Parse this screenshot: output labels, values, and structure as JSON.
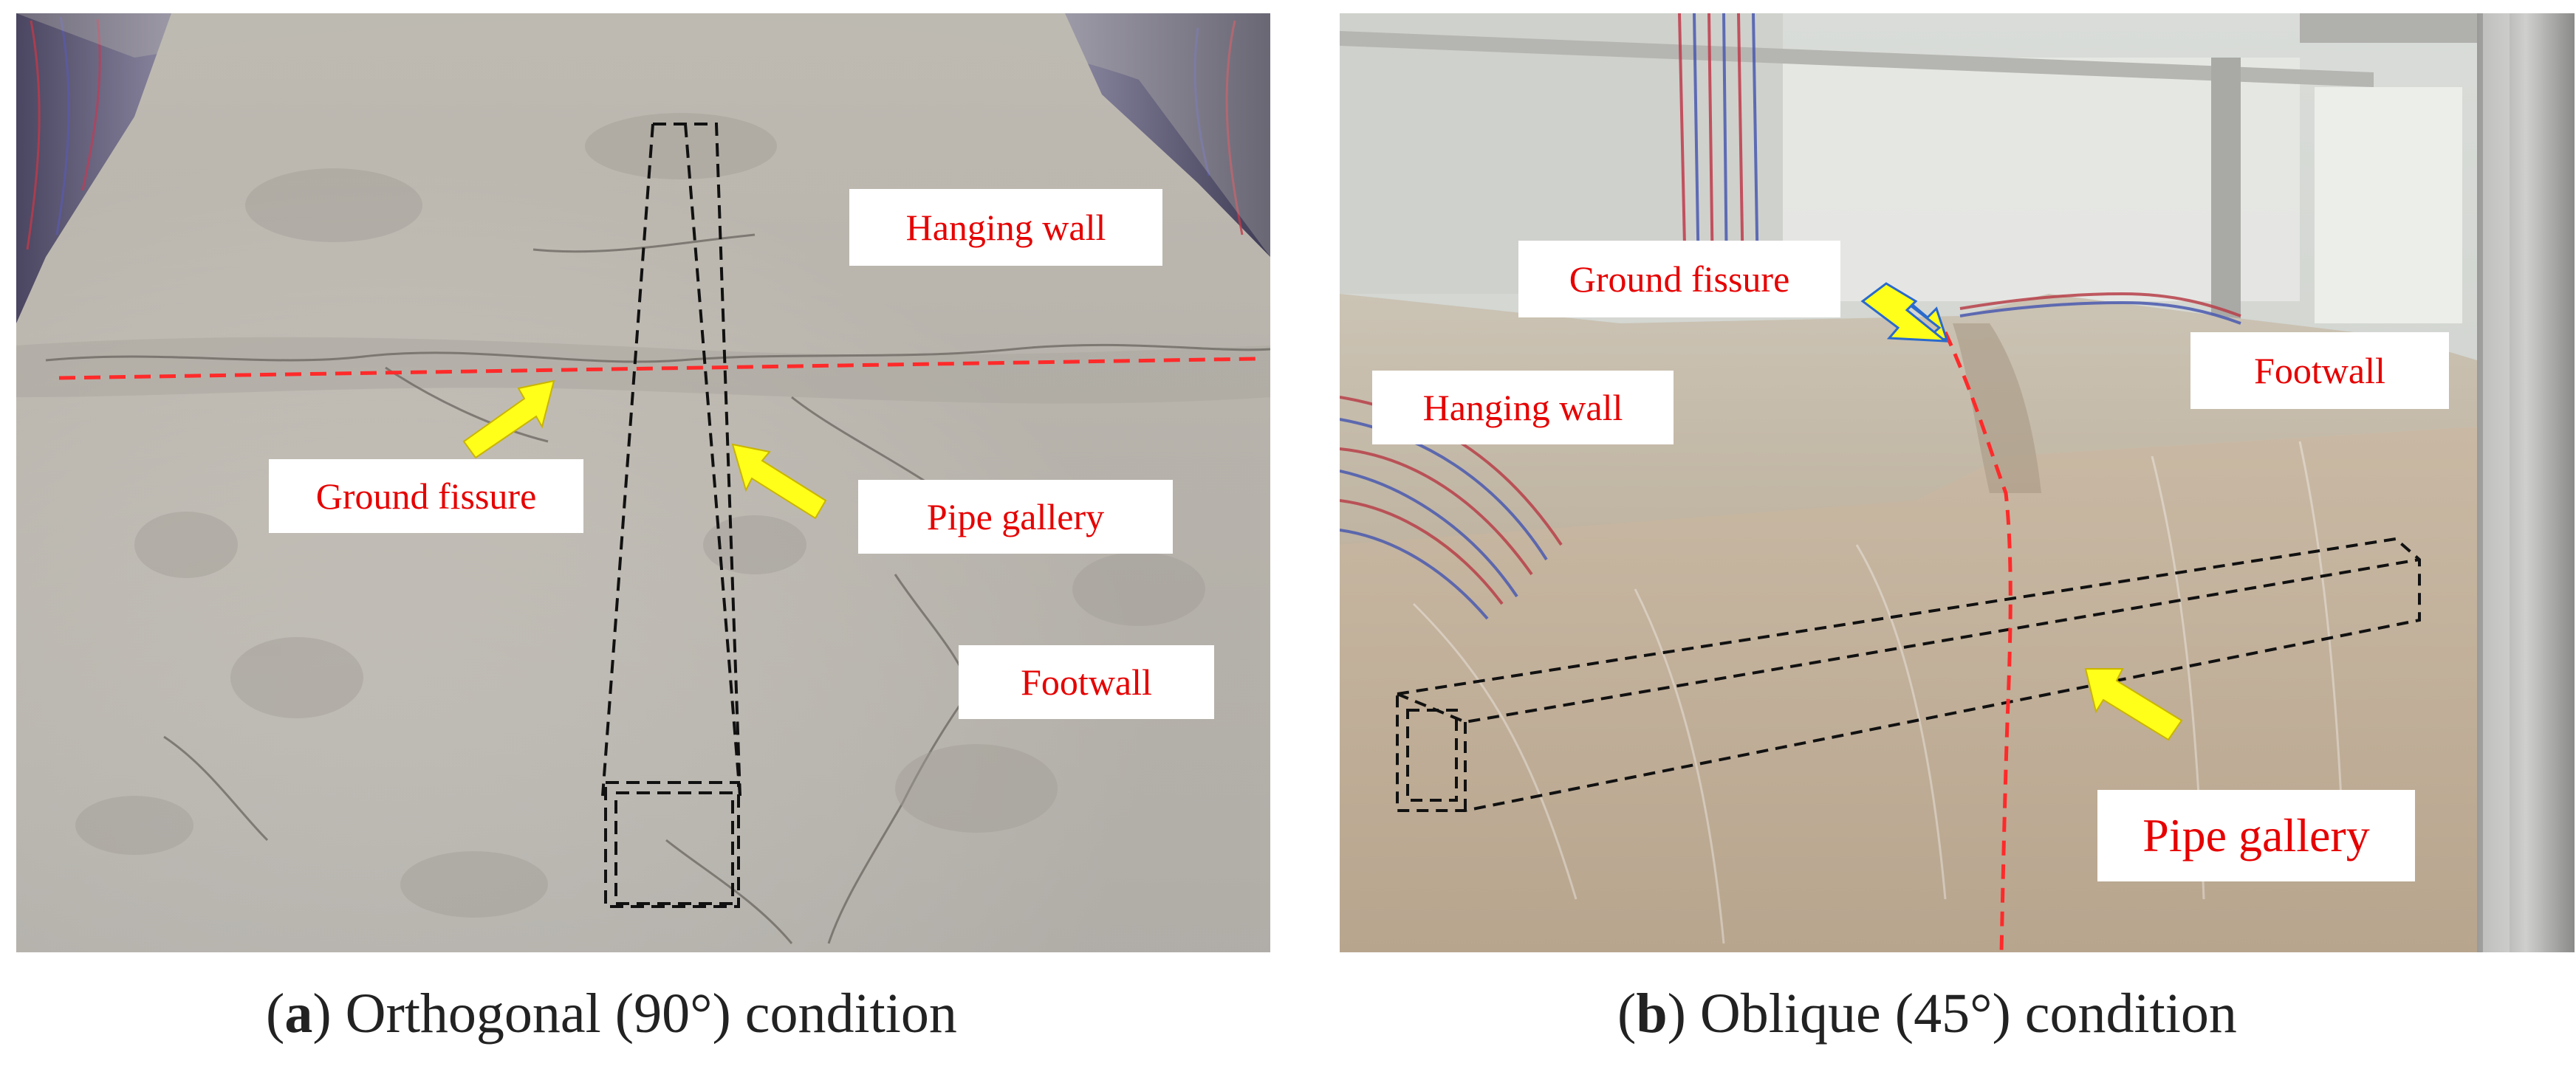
{
  "colors": {
    "label_text": "#e60000",
    "label_bg": "#ffffff",
    "fissure_line": "#ff2a2a",
    "arrow_fill": "#ffff1a",
    "arrow_outline": "#2a6acc",
    "outline_dash": "#111111"
  },
  "panel_a": {
    "labels": {
      "hanging_wall": "Hanging wall",
      "ground_fissure": "Ground fissure",
      "pipe_gallery": "Pipe gallery",
      "footwall": "Footwall"
    },
    "caption": {
      "letter": "a",
      "text": " Orthogonal (90°) condition"
    }
  },
  "panel_b": {
    "labels": {
      "ground_fissure": "Ground fissure",
      "hanging_wall": "Hanging wall",
      "footwall": "Footwall",
      "pipe_gallery": "Pipe gallery"
    },
    "caption": {
      "letter": "b",
      "text": " Oblique (45°) condition"
    }
  }
}
